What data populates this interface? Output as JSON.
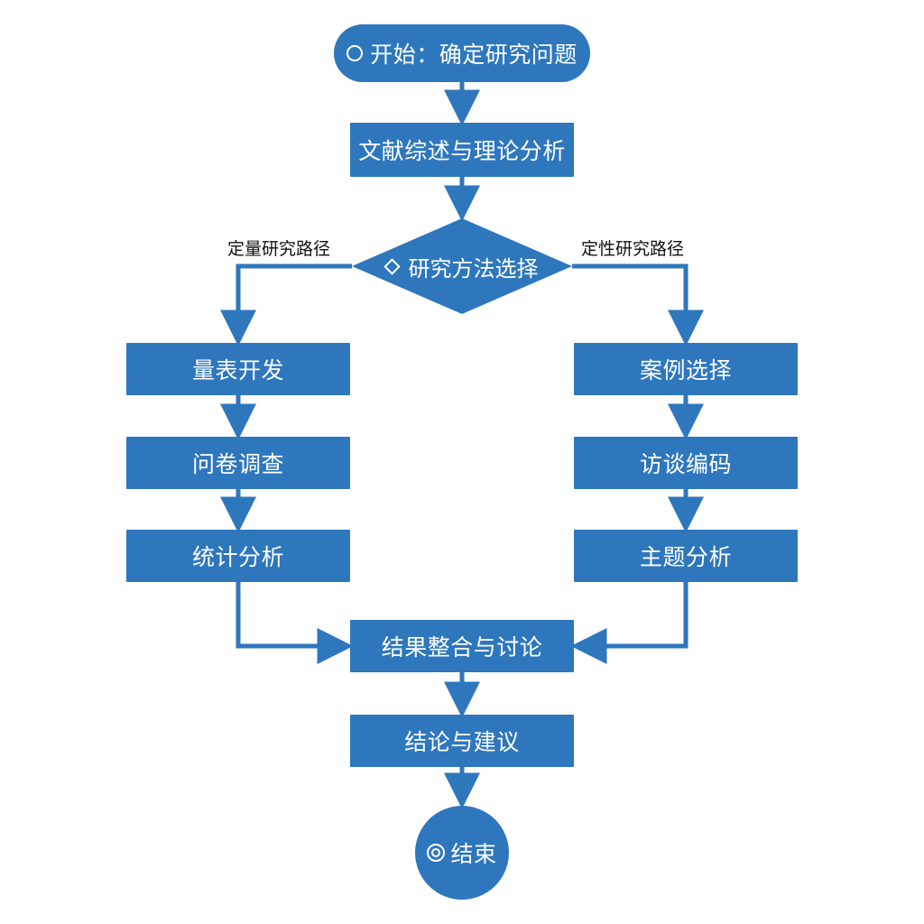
{
  "flowchart": {
    "start": {
      "icon": "circle-outline-icon",
      "label": "开始：确定研究问题"
    },
    "literature": {
      "label": "文献综述与理论分析"
    },
    "decision": {
      "icon": "diamond-outline-icon",
      "label": "研究方法选择"
    },
    "branches": {
      "quantitative": {
        "label": "定量研究路径",
        "steps": [
          "量表开发",
          "问卷调查",
          "统计分析"
        ]
      },
      "qualitative": {
        "label": "定性研究路径",
        "steps": [
          "案例选择",
          "访谈编码",
          "主题分析"
        ]
      }
    },
    "integration": {
      "label": "结果整合与讨论"
    },
    "conclusion": {
      "label": "结论与建议"
    },
    "end": {
      "icon": "double-circle-icon",
      "label": "结束"
    }
  },
  "colors": {
    "node_fill": "#2e77bd",
    "node_text": "#ffffff",
    "connector": "#2e77bd",
    "label_text": "#111111",
    "background": "#ffffff"
  }
}
